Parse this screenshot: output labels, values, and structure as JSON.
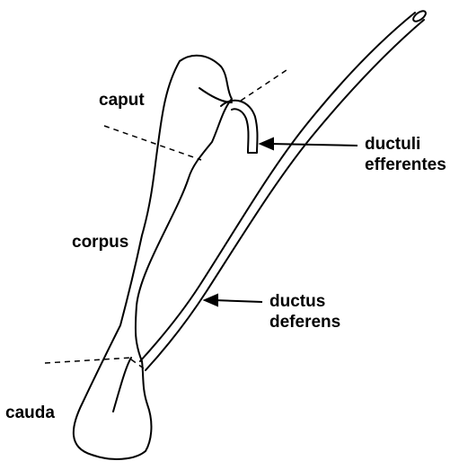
{
  "labels": {
    "caput": "caput",
    "corpus": "corpus",
    "cauda": "cauda",
    "ductuli_line1": "ductuli",
    "ductuli_line2": "efferentes",
    "ductus_line1": "ductus",
    "ductus_line2": "deferens"
  },
  "colors": {
    "ink": "#000000",
    "background": "#ffffff"
  }
}
